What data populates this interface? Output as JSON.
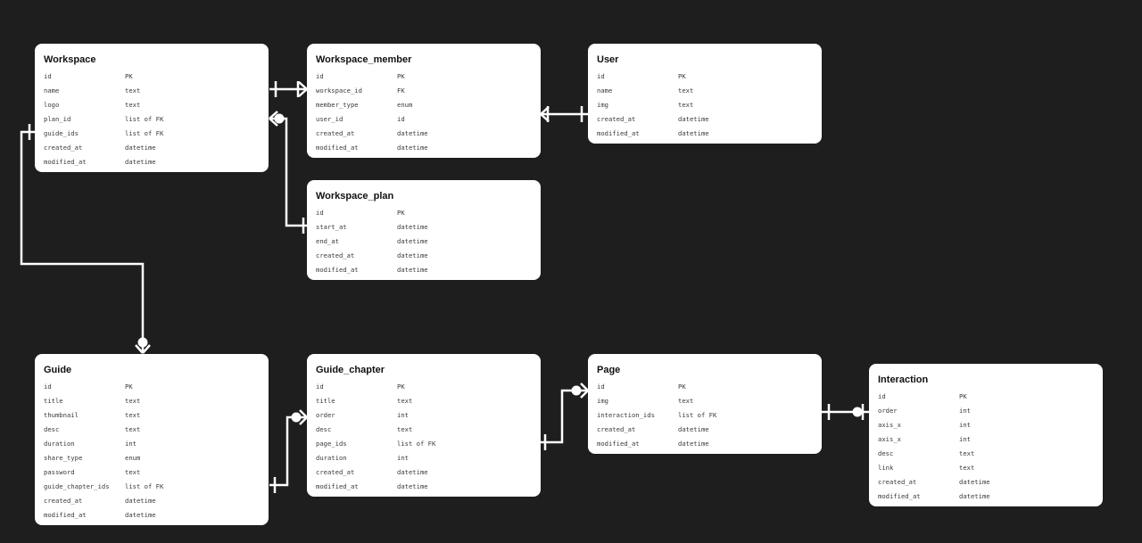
{
  "colors": {
    "background": "#1e1e1e",
    "card": "#ffffff",
    "connector": "#ffffff",
    "text": "#1e1e1e"
  },
  "entities": [
    {
      "id": "workspace",
      "title": "Workspace",
      "attributes": [
        {
          "name": "id",
          "type": "PK"
        },
        {
          "name": "name",
          "type": "text"
        },
        {
          "name": "logo",
          "type": "text"
        },
        {
          "name": "plan_id",
          "type": "list of FK"
        },
        {
          "name": "guide_ids",
          "type": "list of FK"
        },
        {
          "name": "created_at",
          "type": "datetime"
        },
        {
          "name": "modified_at",
          "type": "datetime"
        }
      ]
    },
    {
      "id": "workspace_member",
      "title": "Workspace_member",
      "attributes": [
        {
          "name": "id",
          "type": "PK"
        },
        {
          "name": "workspace_id",
          "type": "FK"
        },
        {
          "name": "member_type",
          "type": "enum"
        },
        {
          "name": "user_id",
          "type": "id"
        },
        {
          "name": "created_at",
          "type": "datetime"
        },
        {
          "name": "modified_at",
          "type": "datetime"
        }
      ]
    },
    {
      "id": "user",
      "title": "User",
      "attributes": [
        {
          "name": "id",
          "type": "PK"
        },
        {
          "name": "name",
          "type": "text"
        },
        {
          "name": "img",
          "type": "text"
        },
        {
          "name": "created_at",
          "type": "datetime"
        },
        {
          "name": "modified_at",
          "type": "datetime"
        }
      ]
    },
    {
      "id": "workspace_plan",
      "title": "Workspace_plan",
      "attributes": [
        {
          "name": "id",
          "type": "PK"
        },
        {
          "name": "start_at",
          "type": "datetime"
        },
        {
          "name": "end_at",
          "type": "datetime"
        },
        {
          "name": "created_at",
          "type": "datetime"
        },
        {
          "name": "modified_at",
          "type": "datetime"
        }
      ]
    },
    {
      "id": "guide",
      "title": "Guide",
      "attributes": [
        {
          "name": "id",
          "type": "PK"
        },
        {
          "name": "title",
          "type": "text"
        },
        {
          "name": "thumbnail",
          "type": "text"
        },
        {
          "name": "desc",
          "type": "text"
        },
        {
          "name": "duration",
          "type": "int"
        },
        {
          "name": "share_type",
          "type": "enum"
        },
        {
          "name": "password",
          "type": "text"
        },
        {
          "name": "guide_chapter_ids",
          "type": "list of FK"
        },
        {
          "name": "created_at",
          "type": "datetime"
        },
        {
          "name": "modified_at",
          "type": "datetime"
        }
      ]
    },
    {
      "id": "guide_chapter",
      "title": "Guide_chapter",
      "attributes": [
        {
          "name": "id",
          "type": "PK"
        },
        {
          "name": "title",
          "type": "text"
        },
        {
          "name": "order",
          "type": "int"
        },
        {
          "name": "desc",
          "type": "text"
        },
        {
          "name": "page_ids",
          "type": "list of FK"
        },
        {
          "name": "duration",
          "type": "int"
        },
        {
          "name": "created_at",
          "type": "datetime"
        },
        {
          "name": "modified_at",
          "type": "datetime"
        }
      ]
    },
    {
      "id": "page",
      "title": "Page",
      "attributes": [
        {
          "name": "id",
          "type": "PK"
        },
        {
          "name": "img",
          "type": "text"
        },
        {
          "name": "interaction_ids",
          "type": "list of FK"
        },
        {
          "name": "created_at",
          "type": "datetime"
        },
        {
          "name": "modified_at",
          "type": "datetime"
        }
      ]
    },
    {
      "id": "interaction",
      "title": "Interaction",
      "attributes": [
        {
          "name": "id",
          "type": "PK"
        },
        {
          "name": "order",
          "type": "int"
        },
        {
          "name": "axis_x",
          "type": "int"
        },
        {
          "name": "axis_x",
          "type": "int"
        },
        {
          "name": "desc",
          "type": "text"
        },
        {
          "name": "link",
          "type": "text"
        },
        {
          "name": "created_at",
          "type": "datetime"
        },
        {
          "name": "modified_at",
          "type": "datetime"
        }
      ]
    }
  ],
  "relationships": [
    {
      "from": "workspace",
      "to": "workspace_member",
      "from_cardinality": "one",
      "to_cardinality": "one-or-many"
    },
    {
      "from": "workspace_member",
      "to": "user",
      "from_cardinality": "one-or-many",
      "to_cardinality": "one"
    },
    {
      "from": "workspace",
      "to": "workspace_plan",
      "from_cardinality": "zero-or-many",
      "to_cardinality": "one"
    },
    {
      "from": "workspace",
      "to": "guide",
      "from_cardinality": "one",
      "to_cardinality": "zero-or-many"
    },
    {
      "from": "guide",
      "to": "guide_chapter",
      "from_cardinality": "one",
      "to_cardinality": "zero-or-many"
    },
    {
      "from": "guide_chapter",
      "to": "page",
      "from_cardinality": "one",
      "to_cardinality": "zero-or-many"
    },
    {
      "from": "page",
      "to": "interaction",
      "from_cardinality": "one",
      "to_cardinality": "zero-or-one"
    }
  ]
}
